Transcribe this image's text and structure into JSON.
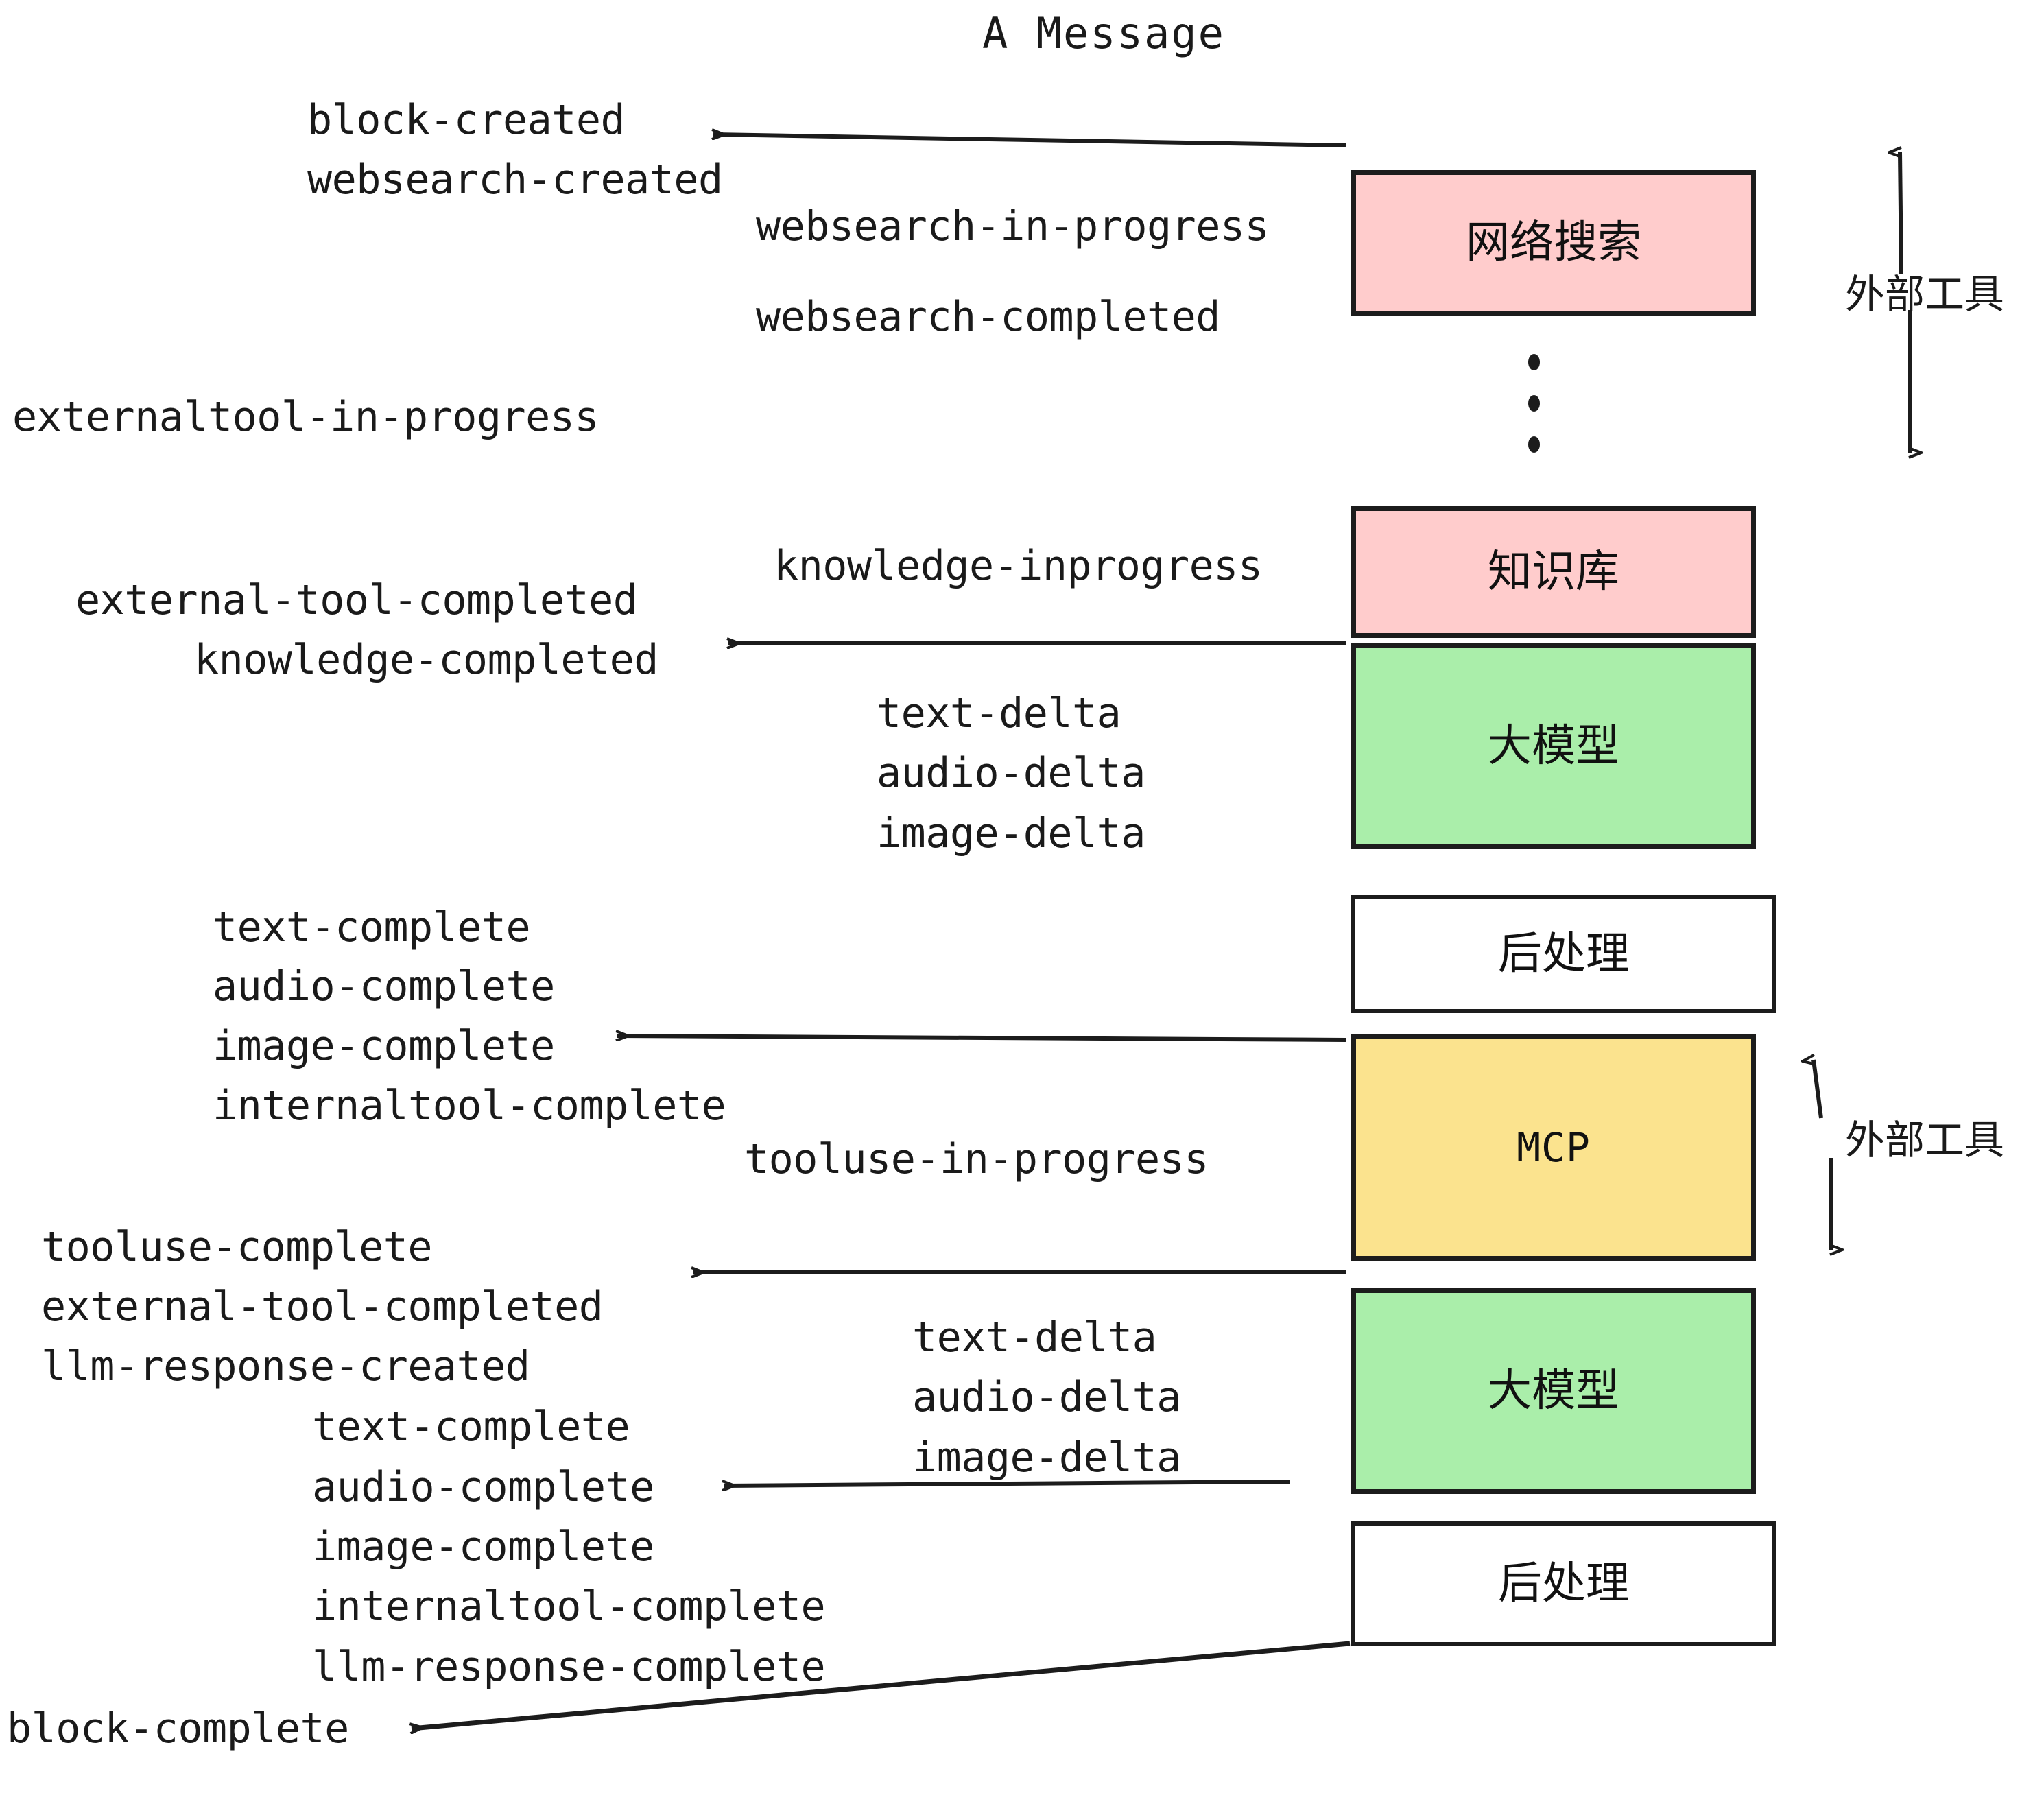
{
  "title": "A Message",
  "colors": {
    "websearch_fill": "#FFCCCC",
    "knowledge_fill": "#FFCCCC",
    "llm_fill": "#AAEEAA",
    "mcp_fill": "#FBE38E",
    "postprocess_fill": "#FFFFFF",
    "stroke": "#1C1C1C",
    "text": "#1A1A1A"
  },
  "boxes": {
    "websearch": "网络搜索",
    "knowledge": "知识库",
    "llm_1": "大模型",
    "postprocess_1": "后处理",
    "mcp": "MCP",
    "llm_2": "大模型",
    "postprocess_2": "后处理"
  },
  "side_labels": {
    "external_tool_top": "外部工具",
    "external_tool_bottom": "外部工具"
  },
  "events": {
    "block_created": "block-created",
    "websearch_created": "websearch-created",
    "websearch_in_progress": "websearch-in-progress",
    "websearch_completed": "websearch-completed",
    "externaltool_in_progress": "externaltool-in-progress",
    "knowledge_inprogress": "knowledge-inprogress",
    "external_tool_completed_1": "external-tool-completed",
    "knowledge_completed": "knowledge-completed",
    "text_delta_1": "text-delta",
    "audio_delta_1": "audio-delta",
    "image_delta_1": "image-delta",
    "text_complete_1": "text-complete",
    "audio_complete_1": "audio-complete",
    "image_complete_1": "image-complete",
    "internaltool_complete_1": "internaltool-complete",
    "tooluse_in_progress": "tooluse-in-progress",
    "tooluse_complete": "tooluse-complete",
    "external_tool_completed_2": "external-tool-completed",
    "llm_response_created": "llm-response-created",
    "text_delta_2": "text-delta",
    "audio_delta_2": "audio-delta",
    "image_delta_2": "image-delta",
    "text_complete_2": "text-complete",
    "audio_complete_2": "audio-complete",
    "image_complete_2": "image-complete",
    "internaltool_complete_2": "internaltool-complete",
    "llm_response_complete": "llm-response-complete",
    "block_complete": "block-complete"
  }
}
